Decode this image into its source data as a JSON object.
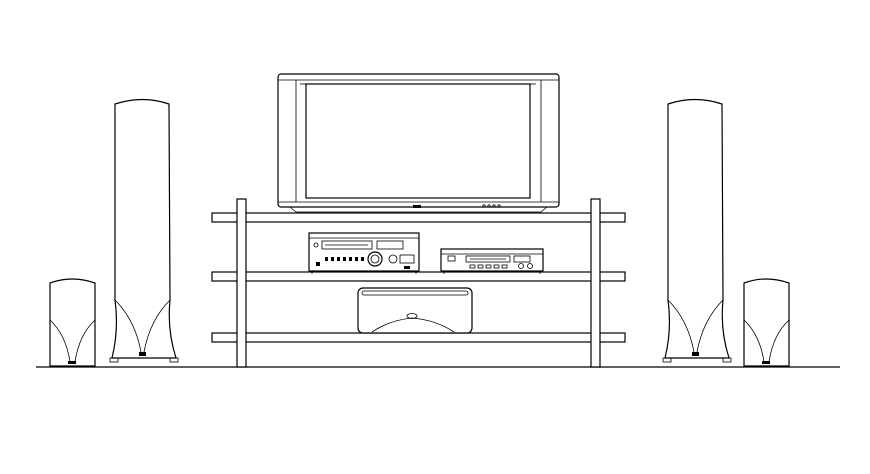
{
  "drawing": {
    "view": "front elevation",
    "components": [
      "floor-line",
      "tv-stand",
      "flat-screen-tv",
      "av-receiver",
      "vcr",
      "subwoofer",
      "tower-speaker-left",
      "tower-speaker-right",
      "satellite-speaker-left",
      "satellite-speaker-right"
    ],
    "colors": {
      "background": "#ffffff",
      "line": "#000000"
    }
  }
}
